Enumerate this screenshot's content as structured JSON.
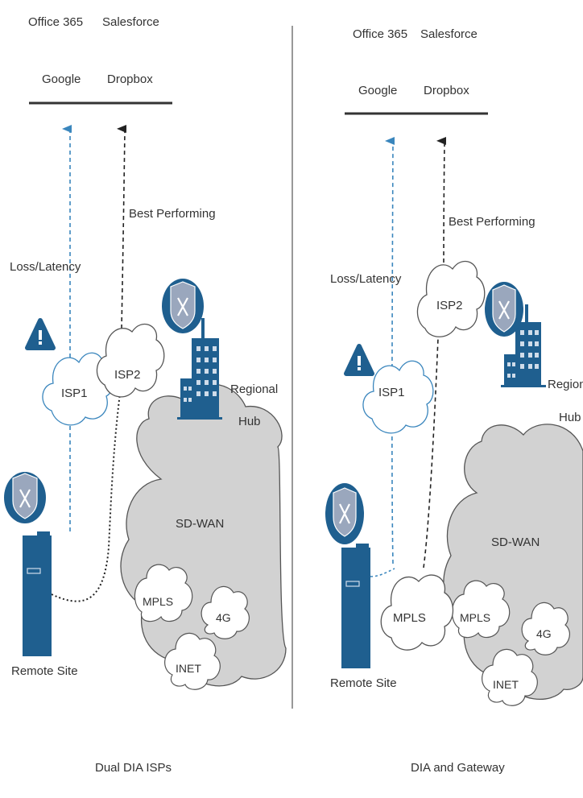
{
  "colors": {
    "router_blue": "#1f5f8f",
    "router_inner": "#9aa7bd",
    "sdwan_fill": "#d2d2d2",
    "path_blue": "#3a86bd",
    "path_dark": "#222222",
    "text": "#333333"
  },
  "left": {
    "saas": {
      "o365": "Office 365",
      "salesforce": "Salesforce",
      "google": "Google",
      "dropbox": "Dropbox"
    },
    "best_performing": "Best Performing",
    "loss_latency": "Loss/Latency",
    "isp1": "ISP1",
    "isp2": "ISP2",
    "regional_hub": [
      "Regional",
      "Hub"
    ],
    "remote_site": "Remote Site",
    "sdwan": "SD-WAN",
    "mpls": "MPLS",
    "inet": "INET",
    "fourg": "4G",
    "caption": "Dual DIA ISPs"
  },
  "right": {
    "saas": {
      "o365": "Office 365",
      "salesforce": "Salesforce",
      "google": "Google",
      "dropbox": "Dropbox"
    },
    "best_performing": "Best Performing",
    "loss_latency": "Loss/Latency",
    "isp1": "ISP1",
    "isp2": "ISP2",
    "regional_hub": [
      "Regional",
      "Hub"
    ],
    "remote_site": "Remote Site",
    "mpls_local": "MPLS",
    "sdwan": "SD-WAN",
    "mpls": "MPLS",
    "inet": "INET",
    "fourg": "4G",
    "caption": "DIA and Gateway"
  }
}
